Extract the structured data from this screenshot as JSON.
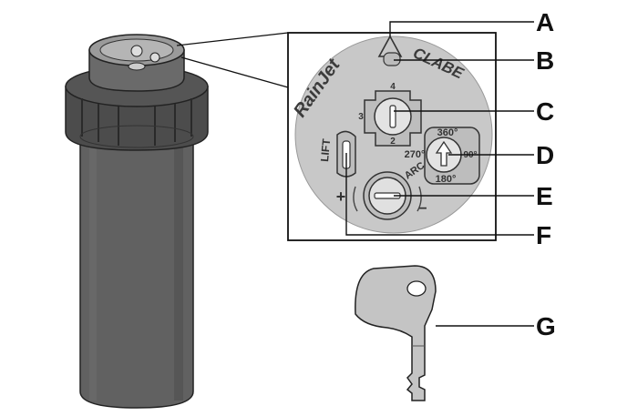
{
  "diagram": {
    "callouts": {
      "a": "A",
      "b": "B",
      "c": "C",
      "d": "D",
      "e": "E",
      "f": "F",
      "g": "G"
    },
    "dial": {
      "brand": "RainJet",
      "brand_right": "CLABE",
      "nozzle_numbers": {
        "top": "4",
        "left": "3",
        "bottom": "2"
      },
      "arc_values": {
        "top": "360°",
        "left": "270°",
        "right": "90°",
        "bottom": "180°"
      },
      "arc_label": "ARC",
      "lift_label": "LIFT",
      "plus_symbol": "+",
      "minus_symbol": "−"
    },
    "colors": {
      "body_dark": "#5f5f5f",
      "cap_dark": "#4a4a4a",
      "dial_face": "#c9c9c9",
      "line": "#111111",
      "key_fill": "#c4c4c4"
    }
  }
}
